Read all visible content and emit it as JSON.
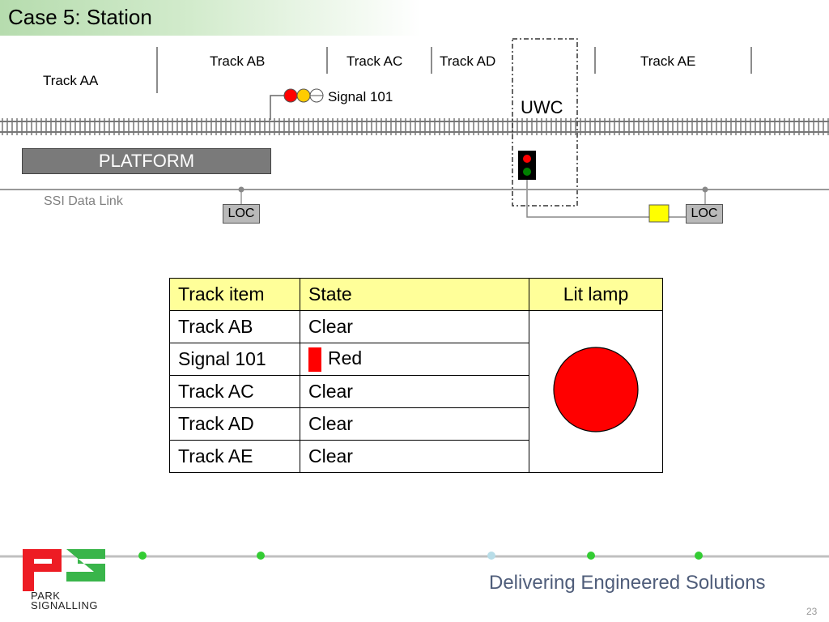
{
  "slide": {
    "title": "Case 5: Station",
    "page_number": "23",
    "tagline": "Delivering Engineered Solutions"
  },
  "diagram": {
    "tracks": [
      {
        "id": "aa",
        "label": "Track AA"
      },
      {
        "id": "ab",
        "label": "Track AB"
      },
      {
        "id": "ac",
        "label": "Track AC"
      },
      {
        "id": "ad",
        "label": "Track AD"
      },
      {
        "id": "ae",
        "label": "Track AE"
      }
    ],
    "signal_label": "Signal 101",
    "uwc_label": "UWC",
    "platform_label": "PLATFORM",
    "data_link_label": "SSI Data Link",
    "loc_label": "LOC"
  },
  "table": {
    "headers": [
      "Track item",
      "State",
      "Lit lamp"
    ],
    "rows": [
      {
        "item": "Track AB",
        "state": "Clear"
      },
      {
        "item": "Signal 101",
        "state": "Red"
      },
      {
        "item": "Track AC",
        "state": "Clear"
      },
      {
        "item": "Track AD",
        "state": "Clear"
      },
      {
        "item": "Track AE",
        "state": "Clear"
      }
    ],
    "lit_lamp_color": "#ff0000"
  },
  "logo": {
    "line1": "PARK",
    "line2": "SIGNALLING"
  },
  "colors": {
    "signal_red": "#ff0000",
    "signal_yellow": "#ffcc00",
    "uwc_green": "#008000",
    "loc_yellow": "#ffff00",
    "accent_green": "#33cc33",
    "logo_red": "#ed1c24",
    "logo_green": "#39b54a"
  }
}
